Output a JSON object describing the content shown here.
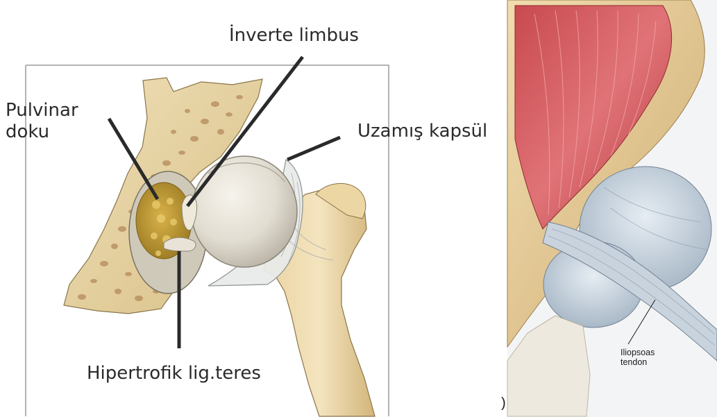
{
  "left_panel": {
    "labels": {
      "inverte_limbus": "İnverte limbus",
      "pulvinar_line1": "Pulvinar",
      "pulvinar_line2": "doku",
      "uzamis_kapsul": "Uzamış kapsül",
      "hipertrofik_lig_teres": "Hipertrofik lig.teres"
    }
  },
  "right_panel": {
    "labels": {
      "iliopsoas_line1": "Iliopsoas",
      "iliopsoas_line2": "tendon"
    },
    "cropped_text": ")"
  }
}
